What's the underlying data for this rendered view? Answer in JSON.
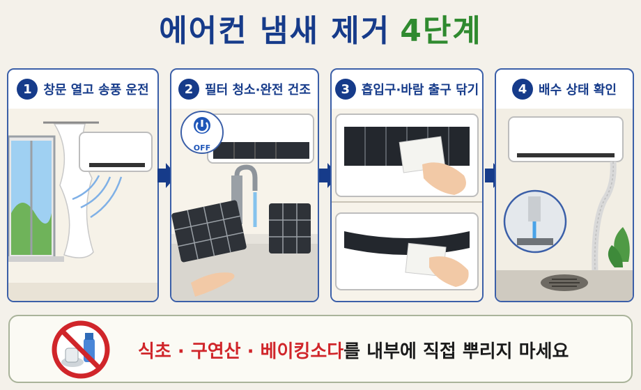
{
  "title": {
    "main": "에어컨 냄새 제거",
    "accent": "4단계"
  },
  "colors": {
    "title_blue": "#163b8a",
    "title_green": "#2f8a2f",
    "warning_red": "#d0252a",
    "panel_border": "#3b5fa8"
  },
  "steps": [
    {
      "number": "1",
      "label": "창문 열고 송풍 운전"
    },
    {
      "number": "2",
      "label": "필터 청소·완전 건조",
      "badge": "OFF"
    },
    {
      "number": "3",
      "label": "흡입구·바람 출구 닦기"
    },
    {
      "number": "4",
      "label": "배수 상태 확인"
    }
  ],
  "warning": {
    "red_part": "식초 · 구연산 · 베이킹소다",
    "rest": "를 내부에 직접 뿌리지 마세요",
    "icon": "no-spray-icon"
  }
}
